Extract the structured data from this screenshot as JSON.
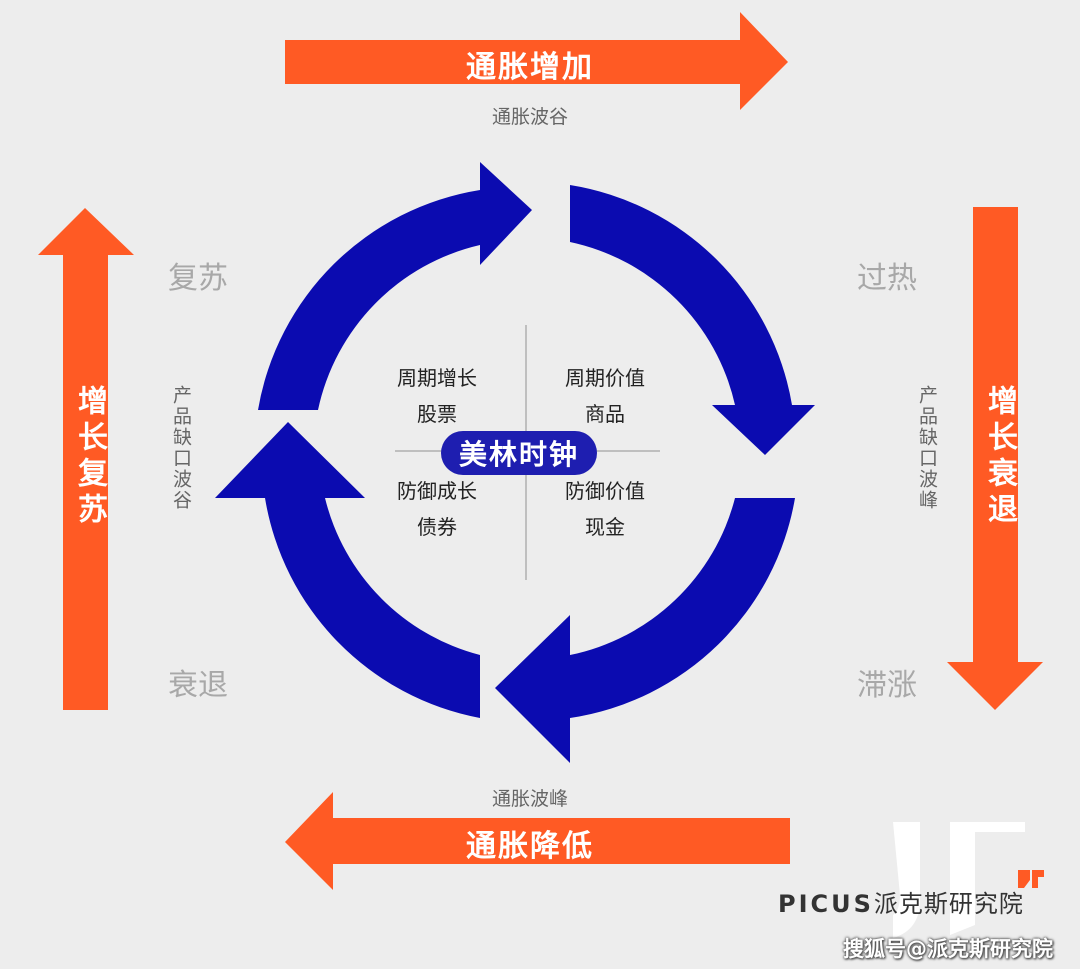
{
  "arrows": {
    "top": "通胀增加",
    "bottom": "通胀降低",
    "left": "增长复苏",
    "right": "增长衰退"
  },
  "phases": {
    "top_left": "复苏",
    "top_right": "过热",
    "bottom_left": "衰退",
    "bottom_right": "滞涨"
  },
  "sublabels": {
    "top": "通胀波谷",
    "bottom": "通胀波峰",
    "left": "产品缺口波谷",
    "right": "产品缺口波峰"
  },
  "quadrants": {
    "top_left": {
      "line1": "周期增长",
      "line2": "股票"
    },
    "top_right": {
      "line1": "周期价值",
      "line2": "商品"
    },
    "bottom_left": {
      "line1": "防御成长",
      "line2": "债券"
    },
    "bottom_right": {
      "line1": "防御价值",
      "line2": "现金"
    }
  },
  "center": "美林时钟",
  "brand": {
    "en": "PICUS",
    "cn": "派克斯研究院"
  },
  "watermark": "搜狐号@派克斯研究院",
  "colors": {
    "background": "#ededed",
    "orange": "#ff5a24",
    "cycle_blue": "#0b0bb0",
    "center_blue": "#1e1eb0"
  }
}
